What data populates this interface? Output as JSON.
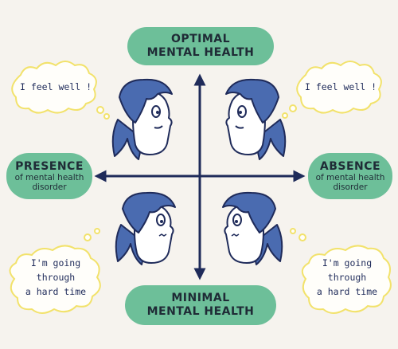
{
  "top_label": {
    "line1": "OPTIMAL",
    "line2": "MENTAL HEALTH"
  },
  "bottom_label": {
    "line1": "MINIMAL",
    "line2": "MENTAL HEALTH"
  },
  "left_label": {
    "title": "PRESENCE",
    "line1": "of mental health",
    "line2": "disorder"
  },
  "right_label": {
    "title": "ABSENCE",
    "line1": "of mental health",
    "line2": "disorder"
  },
  "thoughts": {
    "top_left": "I feel well !",
    "top_right": "I feel well !",
    "bottom_left": "I'm going\nthrough\na hard time",
    "bottom_right": "I'm going\nthrough\na hard time"
  },
  "colors": {
    "background": "#f6f3ee",
    "accent_green": "#6dbf99",
    "hair_blue": "#4a6bb0",
    "axis_navy": "#1f2b5a",
    "bubble_yellow": "#f2e26b"
  },
  "icons": {
    "faces": "person-face-icon",
    "thought": "thought-bubble-icon"
  }
}
